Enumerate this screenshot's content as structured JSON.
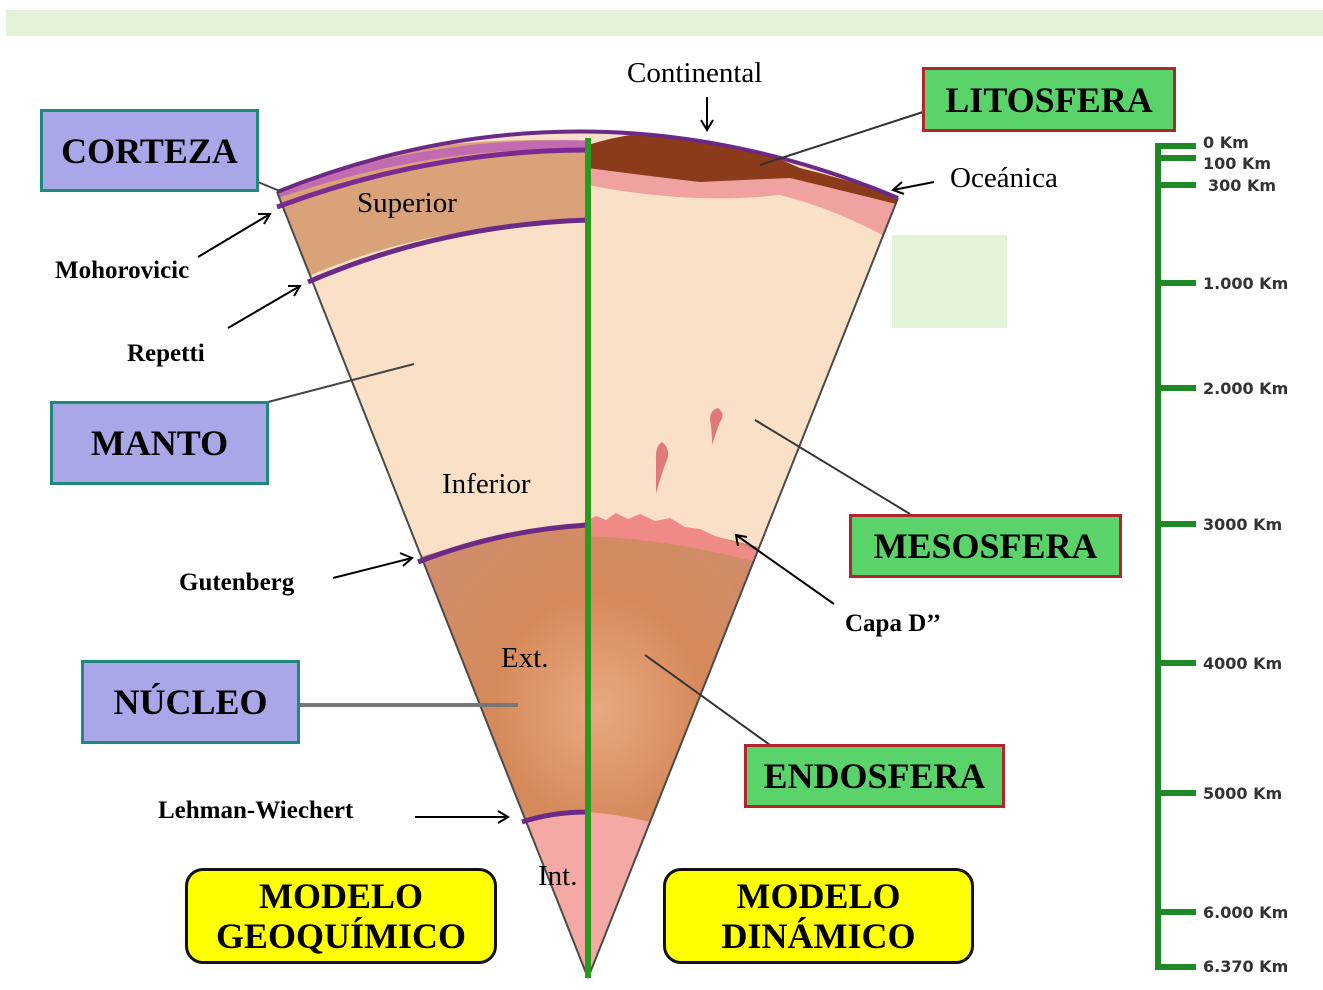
{
  "boxes": {
    "corteza": "CORTEZA",
    "manto": "MANTO",
    "nucleo": "NÚCLEO",
    "litosfera": "LITOSFERA",
    "mesosfera": "MESOSFERA",
    "endosfera": "ENDOSFERA"
  },
  "models": {
    "geoquimico": [
      "MODELO",
      "GEOQUÍMICO"
    ],
    "dinamico": [
      "MODELO",
      "DINÁMICO"
    ]
  },
  "layer_labels": {
    "superior": "Superior",
    "inferior": "Inferior",
    "externo": "Ext.",
    "interno": "Int.",
    "continental": "Continental",
    "oceanica": "Oceánica"
  },
  "discontinuities": {
    "mohorovicic": "Mohorovicic",
    "repetti": "Repetti",
    "gutenberg": "Gutenberg",
    "lehman": "Lehman-Wiechert",
    "capa_d": "Capa D’’"
  },
  "depth_scale": [
    "0 Km",
    "100 Km",
    "300 Km",
    "1.000 Km",
    "2.000 Km",
    "3000 Km",
    "4000 Km",
    "5000 Km",
    "6.000 Km",
    "6.370 Km"
  ],
  "colors": {
    "top_band": "#e3f3da",
    "box_blue": "#a9a7e8",
    "box_green": "#59d36a",
    "box_yellow": "#ffff00",
    "mantle": "#fbe0c8",
    "crust": "#d9a278",
    "core_outer": "#d78a5c",
    "core_inner": "#f4a9a4",
    "discontinuity": "#6b2a86",
    "axis": "#1f8a25"
  }
}
